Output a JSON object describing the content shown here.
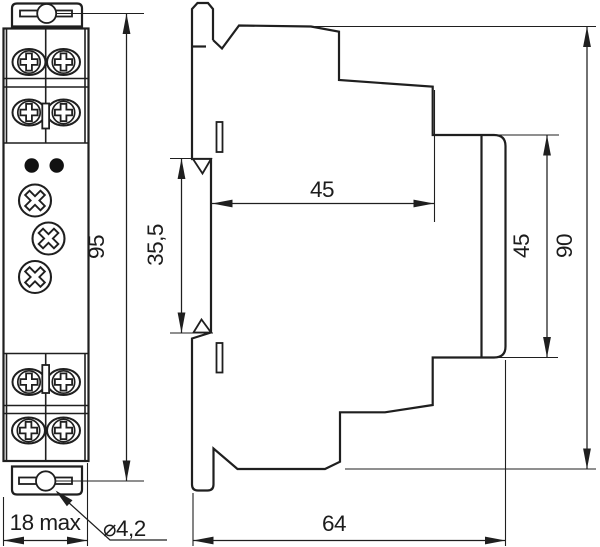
{
  "drawing": {
    "units_style": "millimeter technical drawing, comma decimals",
    "colors": {
      "line": "#1f1f1f",
      "background": "#ffffff",
      "led": "#111111"
    },
    "dims": {
      "hole_pitch": "95",
      "width_max": "18 max",
      "hole_diameter": "⌀4,2",
      "recess_height": "35,5",
      "depth_to_panel": "45",
      "panel_height": "45",
      "overall_height": "90",
      "overall_depth": "64"
    },
    "front_view": {
      "terminal_screw_count": "8",
      "led_count": "2",
      "adjustment_screw_count": "3"
    }
  }
}
